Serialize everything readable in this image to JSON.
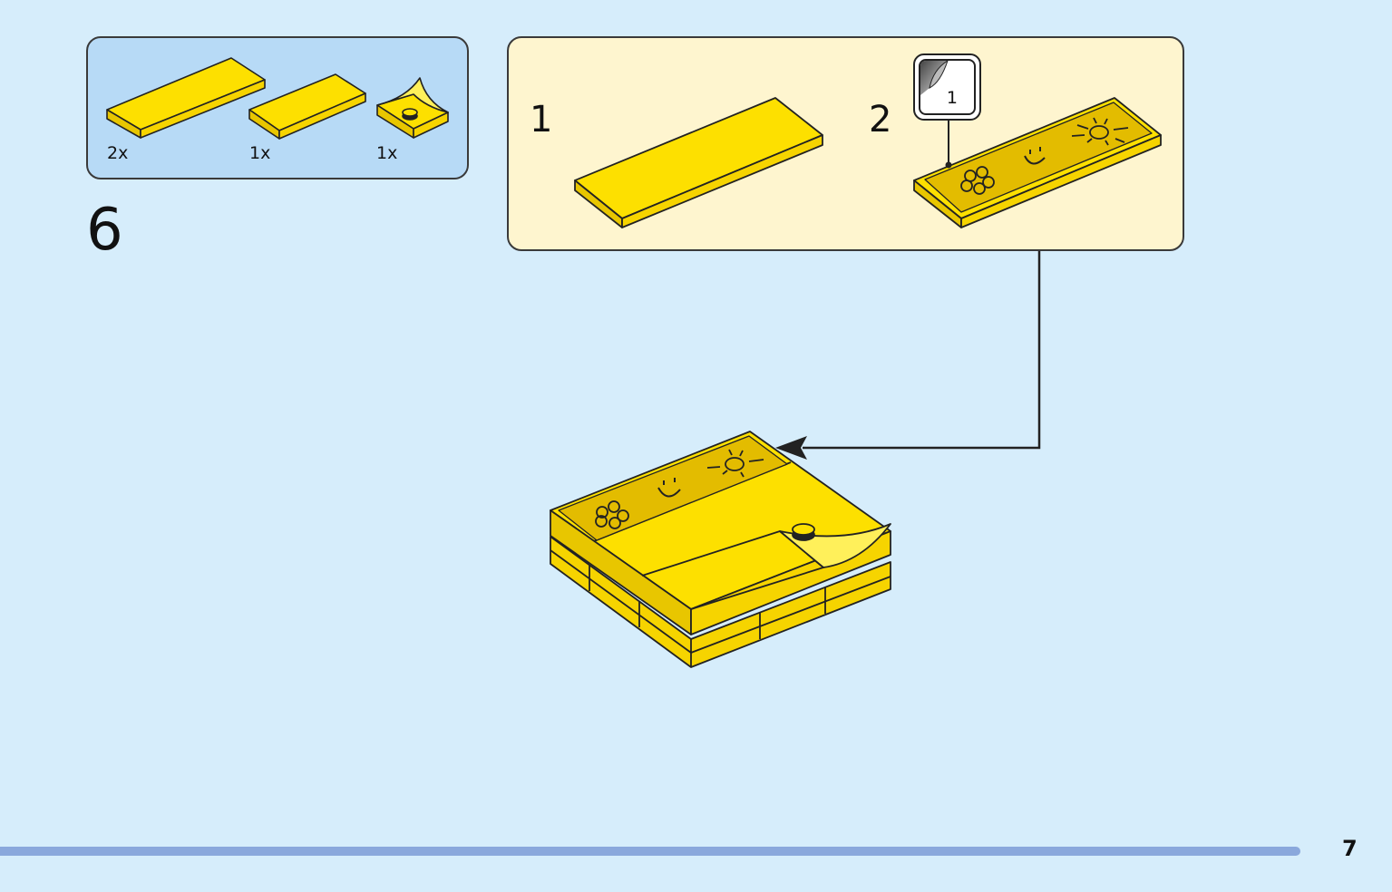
{
  "parts_list": {
    "items": [
      {
        "qty": "2x",
        "icon": "yellow-tile-long-icon"
      },
      {
        "qty": "1x",
        "icon": "yellow-tile-icon"
      },
      {
        "qty": "1x",
        "icon": "yellow-curved-slope-icon"
      }
    ]
  },
  "step": {
    "number": "6"
  },
  "substeps": [
    {
      "number": "1"
    },
    {
      "number": "2",
      "sticker": "1"
    }
  ],
  "page": {
    "number": "7"
  },
  "colors": {
    "background": "#d6edfb",
    "parts_box": "#b7daf6",
    "substep_box": "#fef5cf",
    "brick_yellow": "#fde000",
    "sticker_gold": "#e3bc00",
    "footer_bar": "#8aa8dc"
  }
}
